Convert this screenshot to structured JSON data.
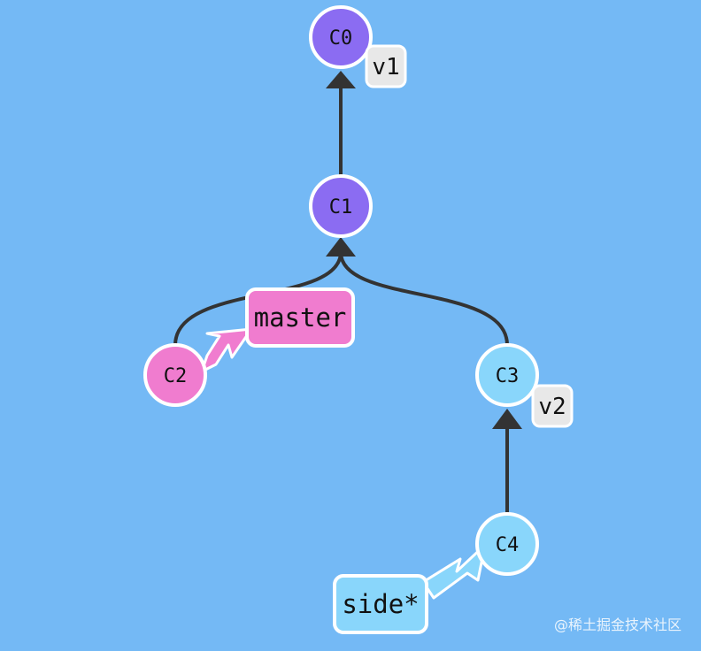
{
  "commits": [
    {
      "id": "C0",
      "color": "#8b6cf2"
    },
    {
      "id": "C1",
      "color": "#8b6cf2"
    },
    {
      "id": "C2",
      "color": "#f07ccf"
    },
    {
      "id": "C3",
      "color": "#89d6fb"
    },
    {
      "id": "C4",
      "color": "#89d6fb"
    }
  ],
  "tags": [
    {
      "label": "v1",
      "commit": "C0"
    },
    {
      "label": "v2",
      "commit": "C3"
    }
  ],
  "branches": [
    {
      "label": "master",
      "commit": "C2",
      "color": "#f07ccf"
    },
    {
      "label": "side*",
      "commit": "C4",
      "color": "#89d6fb"
    }
  ],
  "edges": [
    {
      "from": "C1",
      "to": "C0"
    },
    {
      "from": "C2",
      "to": "C1"
    },
    {
      "from": "C3",
      "to": "C1"
    },
    {
      "from": "C4",
      "to": "C3"
    }
  ],
  "watermark": "@稀土掘金技术社区",
  "colors": {
    "background": "#74b9f5",
    "edge": "#333333",
    "tag_fill": "#e8e8e8",
    "outline": "#ffffff"
  }
}
